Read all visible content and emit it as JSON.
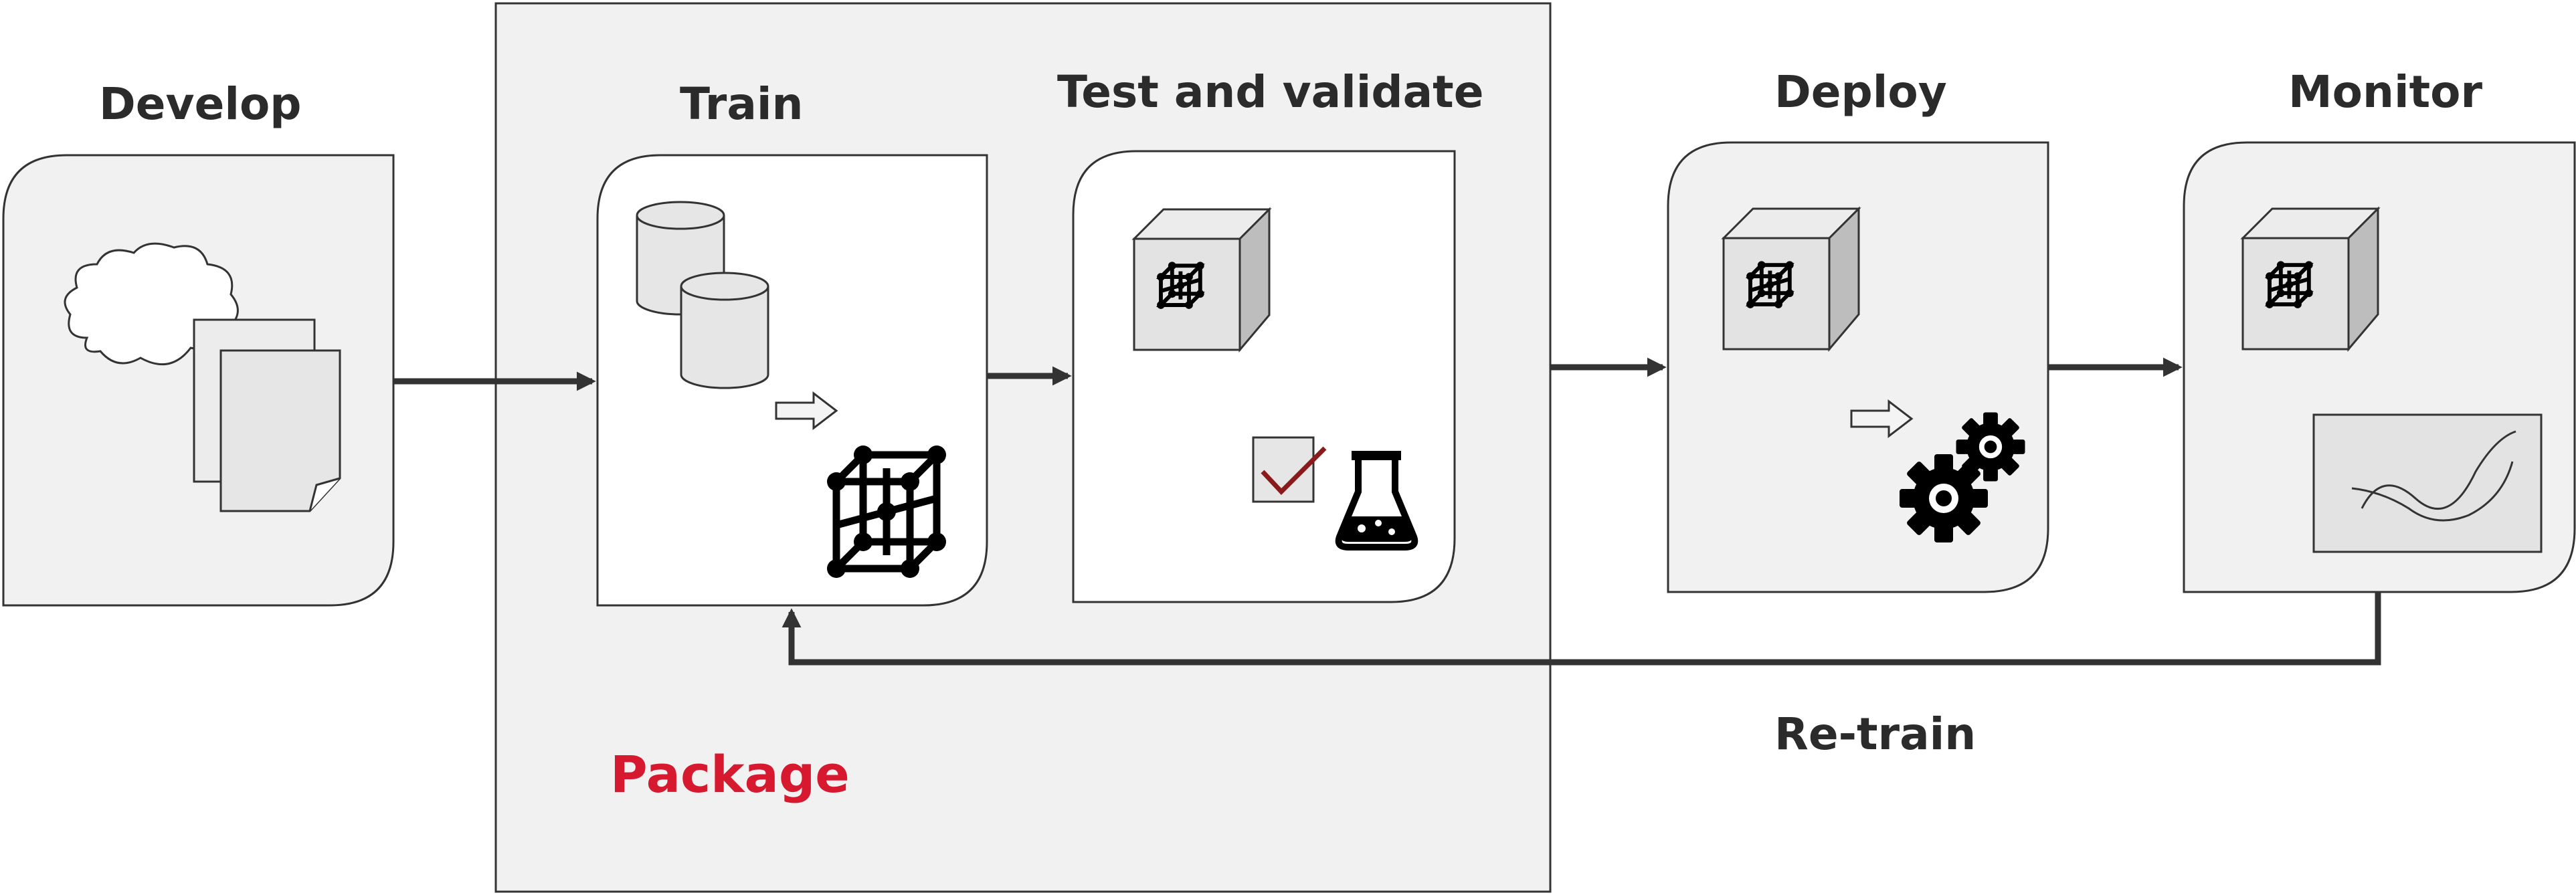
{
  "stages": {
    "develop": "Develop",
    "train": "Train",
    "test": "Test and validate",
    "deploy": "Deploy",
    "monitor": "Monitor"
  },
  "package_label": "Package",
  "retrain_label": "Re-train",
  "colors": {
    "package_bg": "#f1f1f1",
    "card_bg": "#f1f1f1",
    "inner_card_bg": "#ffffff",
    "accent": "#d7192f",
    "text": "#2b2b2b",
    "line": "#333333",
    "cube_front": "#e3e3e3",
    "cube_top": "#ececec",
    "cube_side": "#bdbdbd"
  },
  "icons": [
    "cloud-icon",
    "documents-icon",
    "database-icon",
    "arrow-icon",
    "network-cube-icon",
    "model-box-icon",
    "checkbox-icon",
    "flask-icon",
    "gears-icon",
    "line-chart-icon"
  ]
}
